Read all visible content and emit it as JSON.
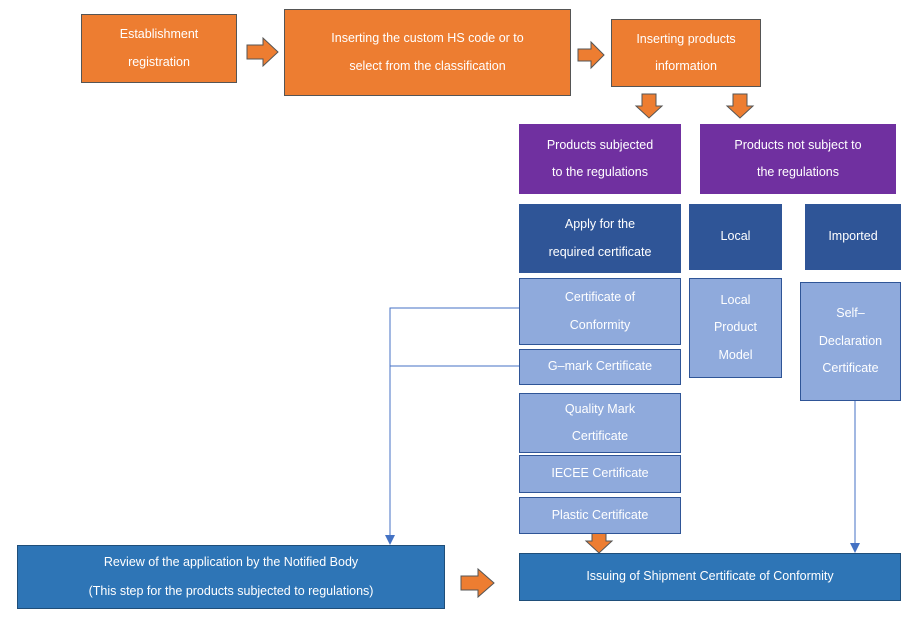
{
  "steps": {
    "establishment": "Establishment\nregistration",
    "hs_code": "Inserting the custom HS code or to\nselect from the classification",
    "products_info": "Inserting products\ninformation"
  },
  "categories": {
    "subjected": "Products subjected\nto the regulations",
    "not_subject": "Products not subject to\nthe regulations"
  },
  "subjected_branch": {
    "header": "Apply for the\nrequired certificate",
    "certificates": [
      "Certificate of\nConformity",
      "G–mark Certificate",
      "Quality Mark\nCertificate",
      "IECEE Certificate",
      "Plastic Certificate"
    ]
  },
  "not_subject_branch": {
    "local_header": "Local",
    "local_cert": "Local\nProduct\nModel",
    "imported_header": "Imported",
    "imported_cert": "Self–\nDeclaration\nCertificate"
  },
  "final": {
    "review": "Review of the application by the Notified Body\n(This step for the products subjected to regulations)",
    "issuing": "Issuing of Shipment Certificate of Conformity"
  },
  "colors": {
    "orange": "#ed7d31",
    "purple": "#7030a0",
    "navy": "#2f5597",
    "light_blue": "#8faadc",
    "blue": "#2e75b6",
    "connector": "#4472c4"
  }
}
